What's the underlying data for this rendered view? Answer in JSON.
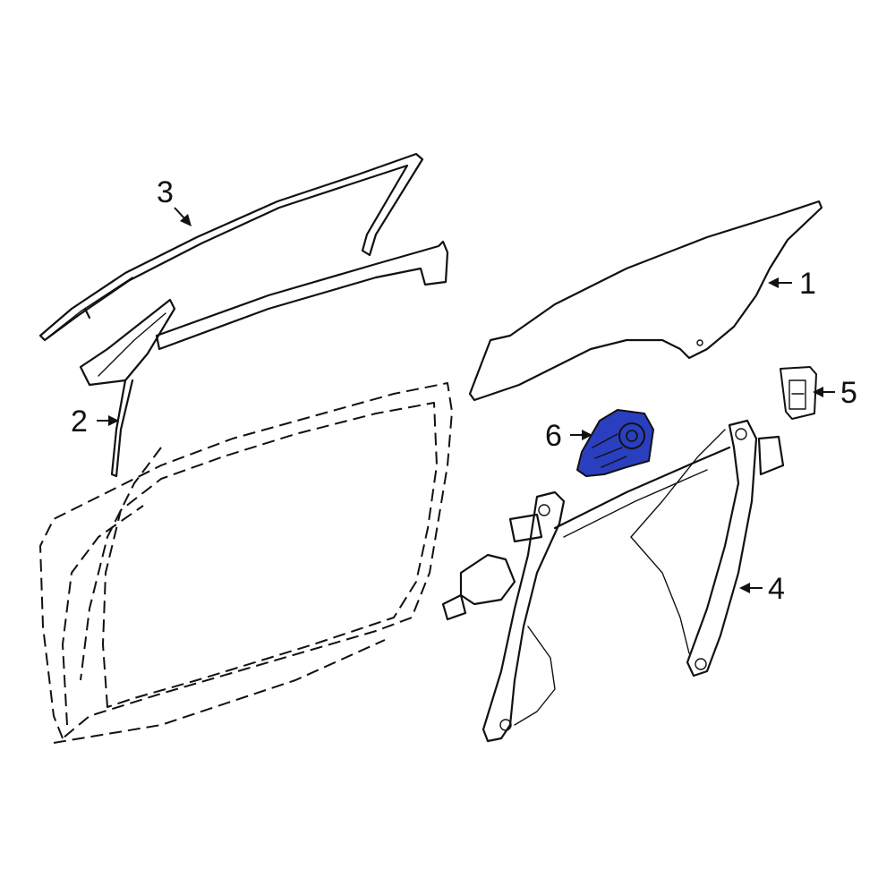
{
  "diagram": {
    "highlight_color": "#2a3fbf",
    "callouts": [
      {
        "id": "1",
        "label": "1"
      },
      {
        "id": "2",
        "label": "2"
      },
      {
        "id": "3",
        "label": "3"
      },
      {
        "id": "4",
        "label": "4"
      },
      {
        "id": "5",
        "label": "5"
      },
      {
        "id": "6",
        "label": "6"
      }
    ]
  }
}
